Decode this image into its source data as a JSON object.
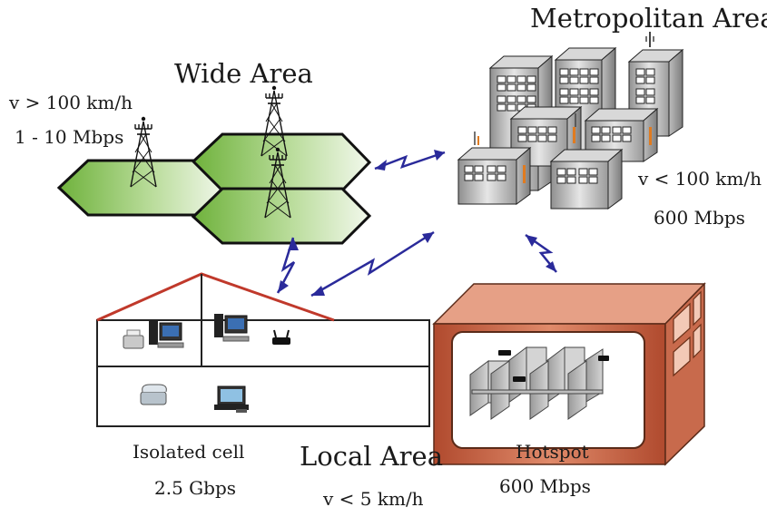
{
  "wide_area": {
    "title": "Wide Area",
    "speed": "v > 100 km/h",
    "rate": "1 - 10 Mbps"
  },
  "metro_area": {
    "title": "Metropolitan Area",
    "speed": "v < 100 km/h",
    "rate": "600 Mbps"
  },
  "local_area": {
    "title": "Local Area",
    "speed": "v < 5 km/h"
  },
  "isolated_cell": {
    "title": "Isolated cell",
    "rate": "2.5 Gbps"
  },
  "hotspot": {
    "title": "Hotspot",
    "rate": "600 Mbps"
  },
  "colors": {
    "cell_green": "#7dbb4a",
    "link_blue": "#2a2a9a",
    "roof_red": "#c0392b",
    "brick": "#c0583a",
    "building_gray": "#a9a9a9"
  }
}
